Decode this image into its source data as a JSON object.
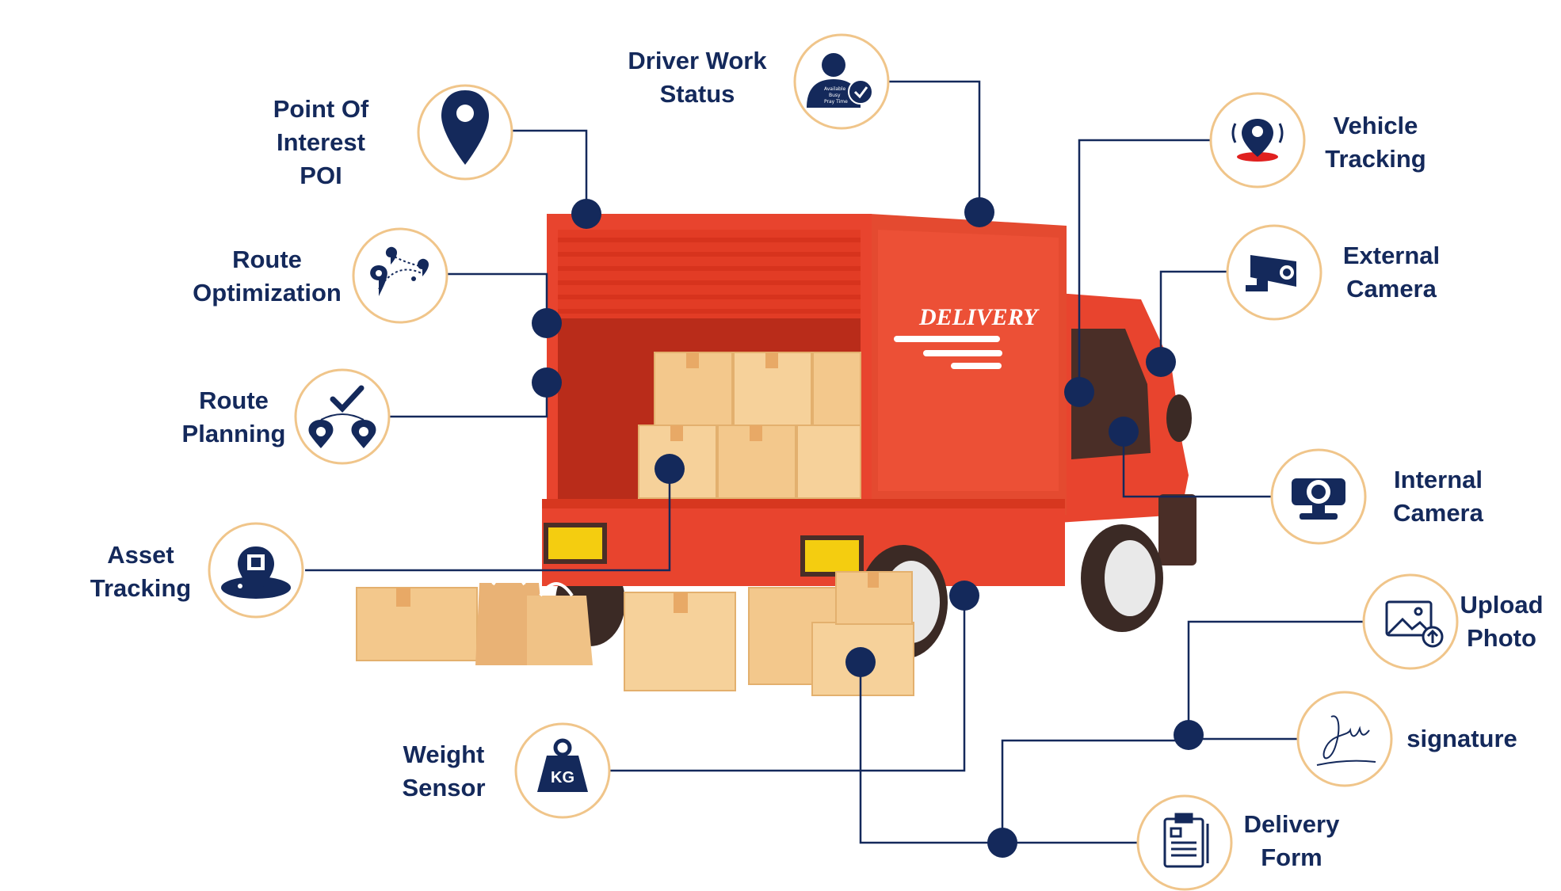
{
  "colors": {
    "navy": "#14295b",
    "circle_border": "#f0c58a",
    "truck_red": "#e8442e",
    "box_tan": "#f2c98c",
    "tire": "#3b2a25",
    "yellow_light": "#f4cd10"
  },
  "truck_text": "DELIVERY",
  "features": [
    {
      "id": "poi",
      "lines": [
        "Point Of",
        "Interest",
        "POI"
      ],
      "icon": "map-pin-icon"
    },
    {
      "id": "driver-status",
      "lines": [
        "Driver Work",
        "Status"
      ],
      "icon": "driver-status-icon",
      "icon_text": [
        "Available",
        "Busy",
        "Pray Time"
      ]
    },
    {
      "id": "vehicle-tracking",
      "lines": [
        "Vehicle",
        "Tracking"
      ],
      "icon": "location-signal-icon"
    },
    {
      "id": "route-optimization",
      "lines": [
        "Route",
        "Optimization"
      ],
      "icon": "route-network-icon"
    },
    {
      "id": "external-camera",
      "lines": [
        "External",
        "Camera"
      ],
      "icon": "cctv-camera-icon"
    },
    {
      "id": "route-planning",
      "lines": [
        "Route",
        "Planning"
      ],
      "icon": "route-check-icon"
    },
    {
      "id": "internal-camera",
      "lines": [
        "Internal",
        "Camera"
      ],
      "icon": "dash-camera-icon"
    },
    {
      "id": "asset-tracking",
      "lines": [
        "Asset",
        "Tracking"
      ],
      "icon": "asset-pin-icon"
    },
    {
      "id": "upload-photo",
      "lines": [
        "Upload",
        "Photo"
      ],
      "icon": "upload-image-icon"
    },
    {
      "id": "signature",
      "lines": [
        "signature"
      ],
      "icon": "signature-icon"
    },
    {
      "id": "weight-sensor",
      "lines": [
        "Weight",
        "Sensor"
      ],
      "icon": "kg-weight-icon",
      "icon_text": [
        "KG"
      ]
    },
    {
      "id": "delivery-form",
      "lines": [
        "Delivery",
        "Form"
      ],
      "icon": "clipboard-form-icon"
    }
  ]
}
